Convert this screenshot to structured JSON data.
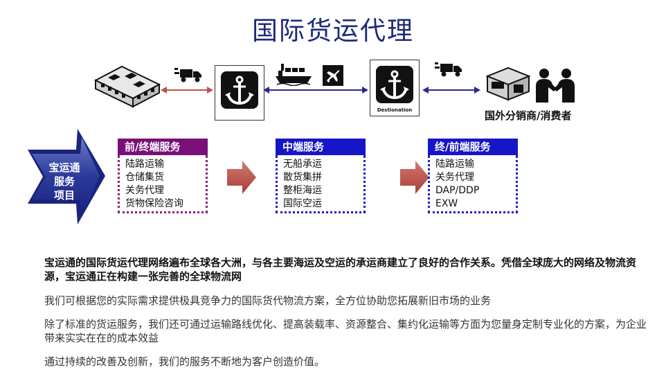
{
  "title": "国际货运代理",
  "top_flow": {
    "destination_label": "Destionation",
    "consumer_label": "国外分销商/消费者"
  },
  "project_label": [
    "宝运通",
    "服务",
    "项目"
  ],
  "services": [
    {
      "title": "前/终端服务",
      "items": [
        "陆路运输",
        "仓储集货",
        "关务代理",
        "货物保险咨询"
      ]
    },
    {
      "title": "中端服务",
      "items": [
        "无船承运",
        "散货集拼",
        "整柜海运",
        "国际空运"
      ]
    },
    {
      "title": "终/前端服务",
      "items": [
        "陆路运输",
        "关务代理",
        "DAP/DDP",
        "EXW"
      ]
    }
  ],
  "paragraphs": [
    "宝运通的国际货运代理网络遍布全球各大洲，与各主要海运及空运的承运商建立了良好的合作关系。凭借全球庞大的网络及物流资源，宝运通正在构建一张完善的全球物流网",
    "我们可根据您的实际需求提供极具竞争力的国际货代物流方案，全方位协助您拓展新旧市场的业务",
    "除了标准的货运服务，我们还可通过运输路线优化、提高装载率、资源整合、集约化运输等方面为您量身定制专业化的方案，为企业带来实实在在的成本效益",
    "通过持续的改善及创新，我们的服务不断地为客户创造价值。"
  ],
  "colors": {
    "title": "#1b2a78",
    "service_purple": "#7a0f78",
    "service_blue": "#1616c8",
    "flow_arrow_red": "#b84a4a",
    "chevron_navy": "#1a237e"
  }
}
